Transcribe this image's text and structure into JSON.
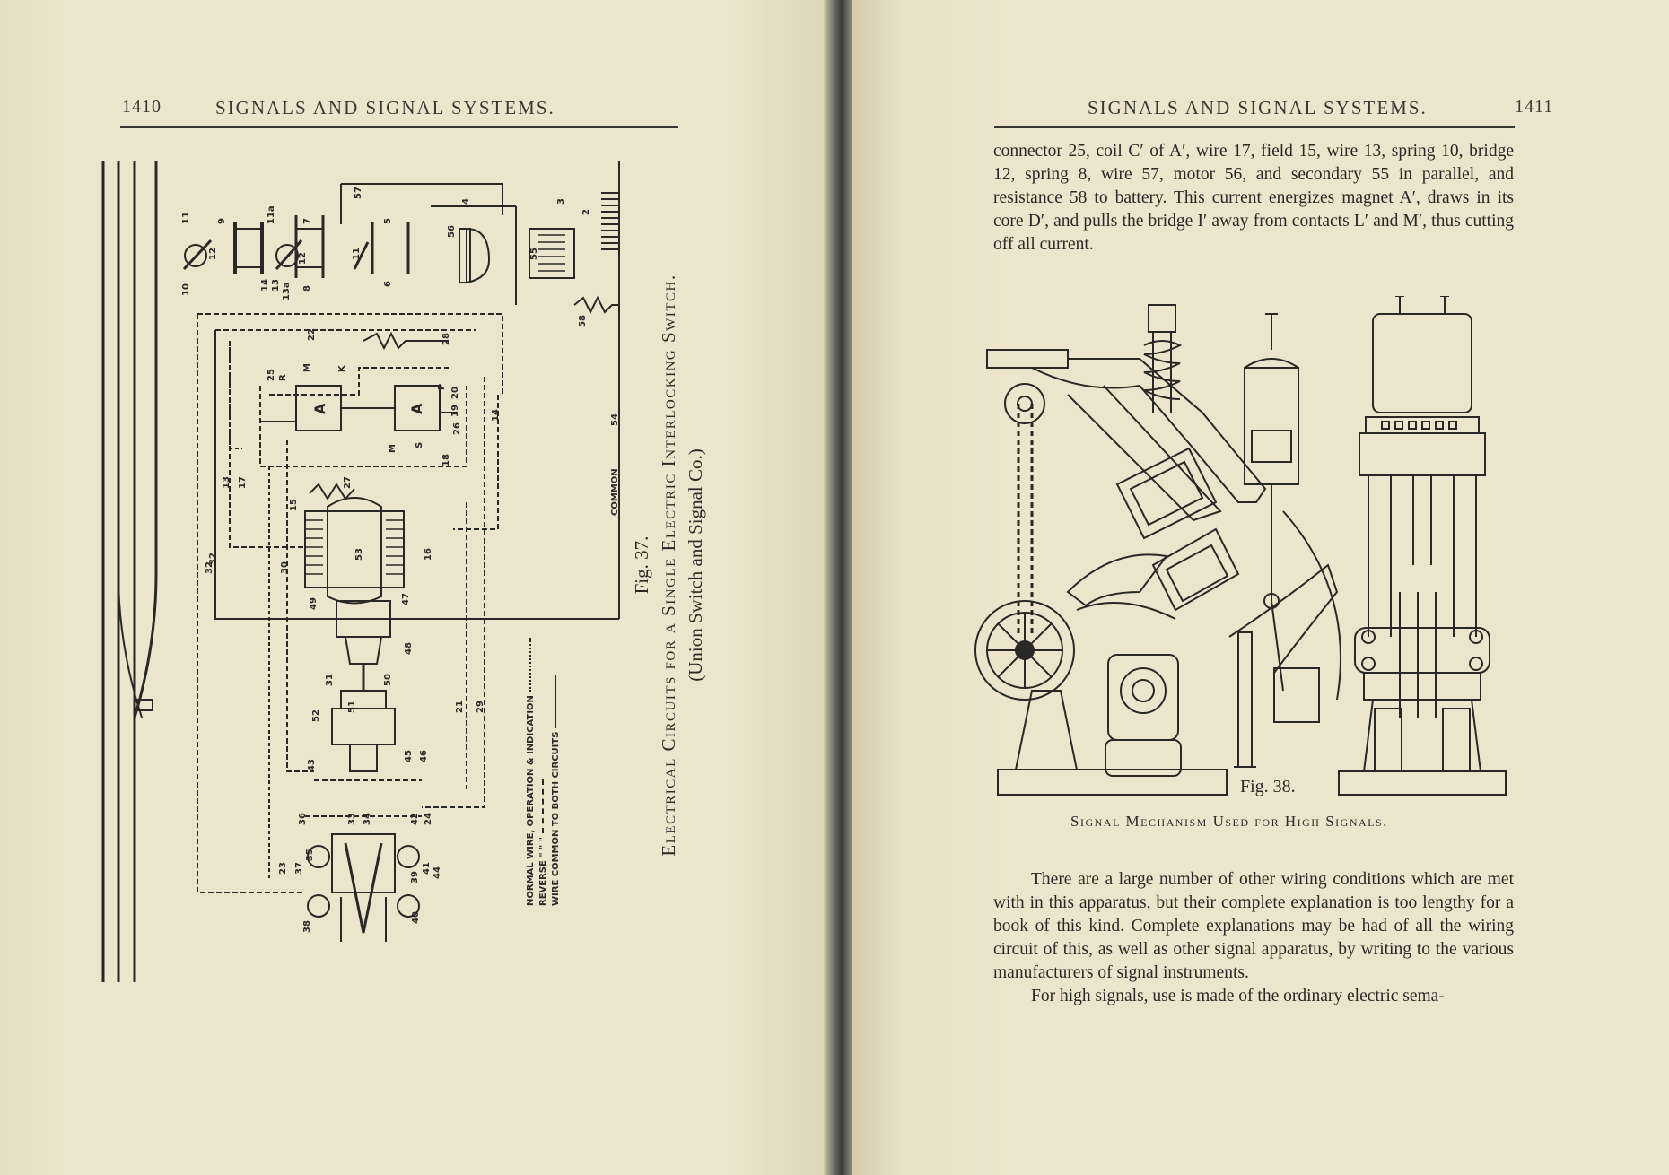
{
  "left_page": {
    "page_number": "1410",
    "running_head": "SIGNALS AND SIGNAL SYSTEMS.",
    "figure": {
      "number": "Fig. 37.",
      "title_line1": "Electrical Circuits for a Single Electric Interlocking Switch.",
      "title_line2": "(Union Switch and Signal Co.)",
      "legend": [
        "NORMAL WIRE, OPERATION & INDICATION",
        "REVERSE   \"   \"   \"",
        "WIRE COMMON TO BOTH CIRCUITS"
      ],
      "common_label": "COMMON",
      "labels": [
        "11",
        "9",
        "12",
        "10",
        "11a",
        "7",
        "12",
        "8",
        "14",
        "13",
        "13a",
        "57",
        "5",
        "6",
        "11",
        "56",
        "4",
        "3",
        "55",
        "2",
        "58",
        "22",
        "54",
        "28",
        "25",
        "R",
        "M",
        "K",
        "A",
        "A",
        "P",
        "20",
        "19",
        "26",
        "18",
        "27",
        "M",
        "S",
        "15",
        "13",
        "17",
        "32",
        "30",
        "53",
        "16",
        "49",
        "47",
        "48",
        "31",
        "50",
        "52",
        "51",
        "43",
        "45",
        "46",
        "36",
        "33",
        "34",
        "42",
        "24",
        "23",
        "37",
        "35",
        "39",
        "41",
        "44",
        "40",
        "38",
        "32",
        "21",
        "29",
        "14"
      ]
    }
  },
  "right_page": {
    "page_number": "1411",
    "running_head": "SIGNALS AND SIGNAL SYSTEMS.",
    "top_paragraph": "connector 25, coil C′ of A′, wire 17, field 15, wire 13, spring 10, bridge 12, spring 8, wire 57, motor 56, and secondary 55 in parallel, and resistance 58 to battery. This current energizes magnet A′, draws in its core D′, and pulls the bridge I′ away from contacts L′ and M′, thus cutting off all current.",
    "figure": {
      "number": "Fig. 38.",
      "title": "Signal Mechanism Used for High Signals."
    },
    "paragraph_2": "There are a large number of other wiring conditions which are met with in this apparatus, but their complete explanation is too lengthy for a book of this kind. Complete explanations may be had of all the wiring circuit of this, as well as other signal apparatus, by writing to the various manufacturers of signal instruments.",
    "paragraph_3": "For high signals, use is made of the ordinary electric sema-"
  }
}
